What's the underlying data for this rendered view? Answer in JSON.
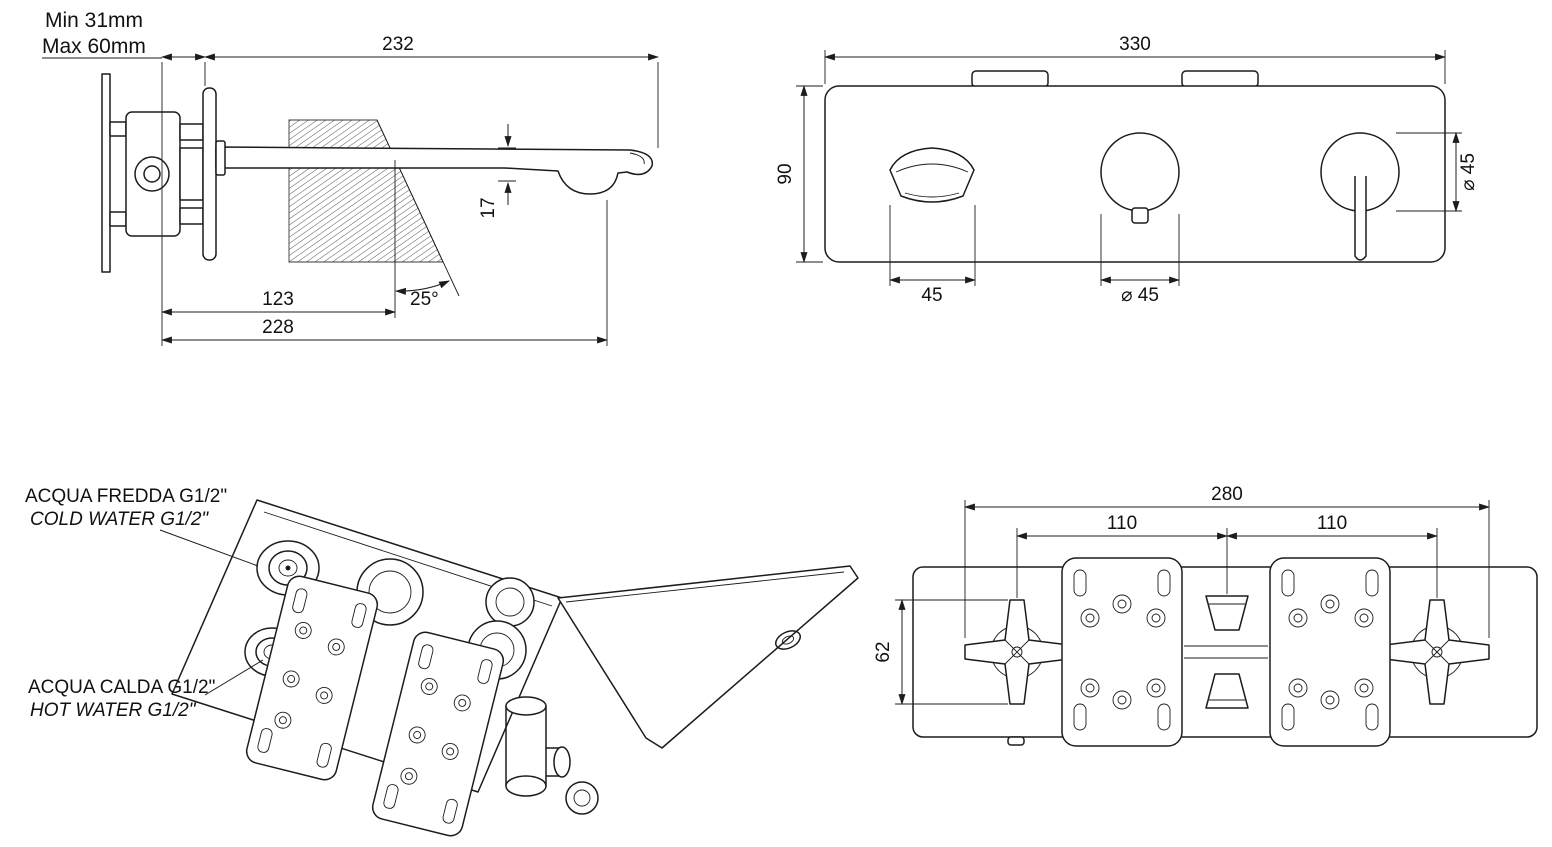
{
  "meta": {
    "drawing_type": "wall-mounted basin mixer technical drawing",
    "line_color": "#1c1c1c",
    "bg_color": "#ffffff"
  },
  "side_view": {
    "min_wall": "Min 31mm",
    "max_wall": "Max 60mm",
    "spout_length": "232",
    "spout_tip_height": "17",
    "tilt_angle": "25°",
    "dim_123": "123",
    "dim_228": "228"
  },
  "front_view": {
    "plate_width": "330",
    "plate_height": "90",
    "spout_width": "45",
    "dial_diameter": "⌀ 45",
    "handle_diameter": "⌀ 45"
  },
  "iso_view": {
    "cold_label_it": "ACQUA FREDDA G1/2\"",
    "cold_label_en": "COLD WATER G1/2\"",
    "hot_label_it": "ACQUA CALDA G1/2\"",
    "hot_label_en": "HOT WATER G1/2\"",
    "cold_color": "#0000ee",
    "hot_color": "#ee0000"
  },
  "rear_view": {
    "overall_width": "280",
    "pitch_left": "110",
    "pitch_right": "110",
    "inlet_spacing": "62"
  }
}
